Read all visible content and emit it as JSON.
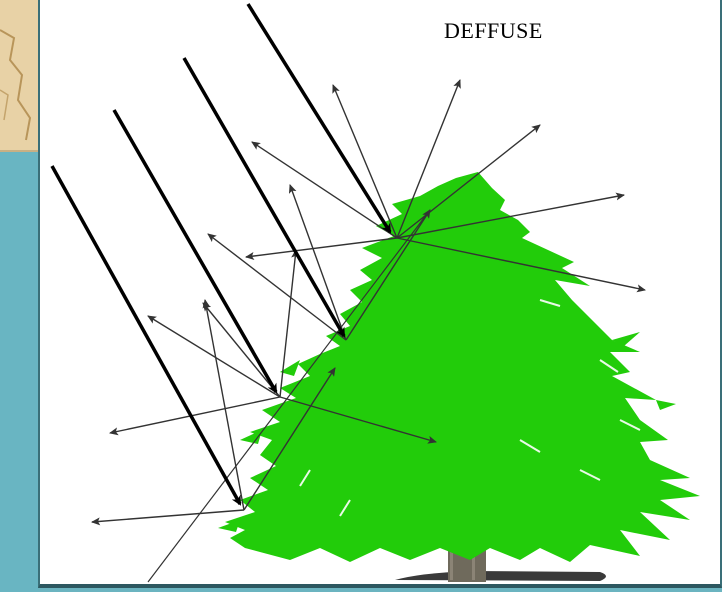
{
  "title": "DEFFUSE",
  "colors": {
    "tree": "#22cc0a",
    "trunk": "#6f6a5c",
    "ground": "#3a3a3a",
    "incident_ray": "#000000",
    "scattered_ray": "#333333",
    "frame_teal": "#6bb4c0",
    "map_tan": "#e8d2a6"
  },
  "icons": [
    "tree-icon",
    "map-tile"
  ],
  "incident_rays": 4,
  "scatter_points": 4
}
